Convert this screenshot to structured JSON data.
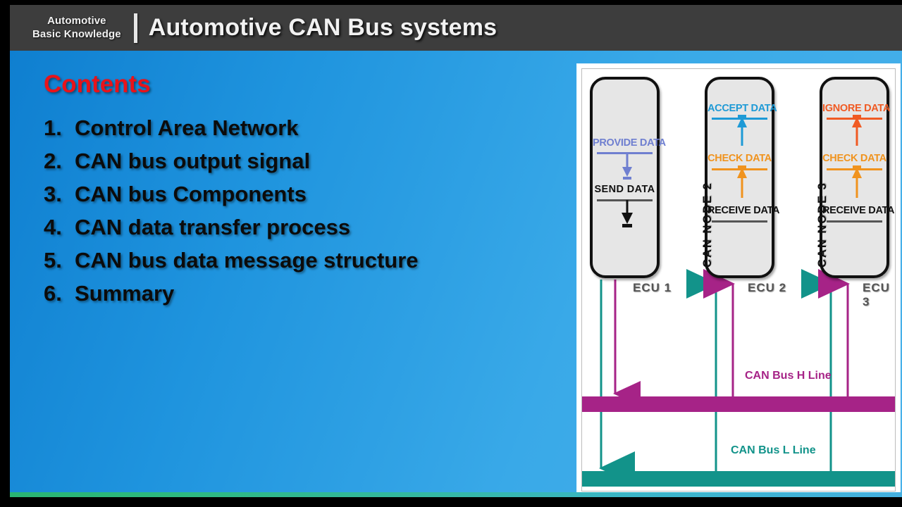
{
  "header": {
    "brand_line1": "Automotive",
    "brand_line2": "Basic Knowledge",
    "title": "Automotive CAN Bus systems"
  },
  "contents": {
    "heading": "Contents",
    "items": [
      {
        "num": "1.",
        "label": "Control Area Network"
      },
      {
        "num": "2.",
        "label": "CAN bus output signal"
      },
      {
        "num": "3.",
        "label": "CAN bus Components"
      },
      {
        "num": "4.",
        "label": "CAN data transfer process"
      },
      {
        "num": "5.",
        "label": "CAN bus data message structure"
      },
      {
        "num": "6.",
        "label": "Summary"
      }
    ]
  },
  "diagram": {
    "nodes": [
      {
        "id": "ecu1",
        "caption": "ECU 1",
        "node_label": "",
        "steps": [
          {
            "text": "PROVIDE DATA",
            "color": "#6f7fd0"
          },
          {
            "text": "SEND  DATA",
            "color": "#111111"
          }
        ]
      },
      {
        "id": "ecu2",
        "caption": "ECU 2",
        "node_label": "CAN  NODE  2",
        "steps": [
          {
            "text": "ACCEPT DATA",
            "color": "#1e9ad6"
          },
          {
            "text": "CHECK DATA",
            "color": "#f0931e"
          },
          {
            "text": "RECEIVE DATA",
            "color": "#111111"
          }
        ]
      },
      {
        "id": "ecu3",
        "caption": "ECU 3",
        "node_label": "CAN  NODE  3",
        "steps": [
          {
            "text": "IGNORE DATA",
            "color": "#f05a23"
          },
          {
            "text": "CHECK DATA",
            "color": "#f0931e"
          },
          {
            "text": "RECEIVE DATA",
            "color": "#111111"
          }
        ]
      }
    ],
    "bus_h_label": "CAN Bus H Line",
    "bus_l_label": "CAN Bus L Line",
    "colors": {
      "bus_h": "#a62387",
      "bus_l": "#12938a",
      "accept": "#1e9ad6",
      "check": "#f0931e",
      "ignore": "#f05a23",
      "provide": "#6f7fd0",
      "send": "#111111",
      "ecu_fill": "#e6e6e6",
      "panel": "#ffffff"
    }
  }
}
